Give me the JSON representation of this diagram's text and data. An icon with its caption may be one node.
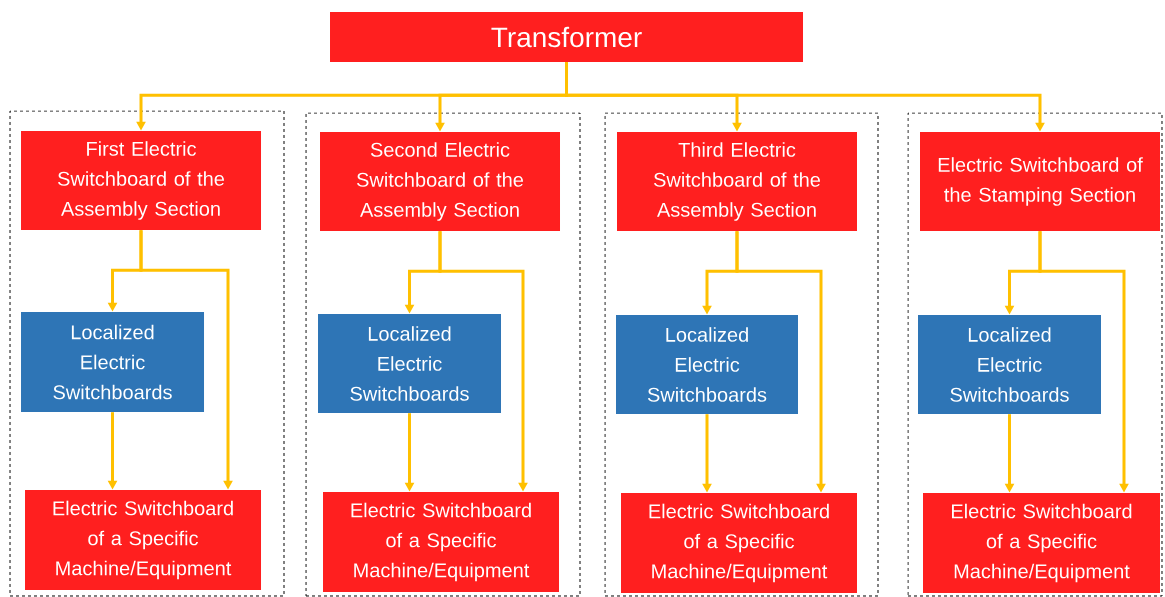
{
  "diagram": {
    "nodes": [
      {
        "text": [
          "Transformer"
        ]
      },
      {
        "text": [],
        "shape": "box"
      },
      {
        "text": [
          "First Electric Switchboard of the Assembly Section"
        ],
        "in": 1
      },
      {
        "text": [
          "Localized Electric Switchboards"
        ],
        "in": 1
      },
      {
        "text": [
          "Electric Switchboard of a Specific Machine/Equipment"
        ],
        "in": 1
      },
      {
        "text": [],
        "shape": "box"
      },
      {
        "text": [
          "Second Electric Switchboard of the Assembly Section"
        ],
        "in": 5
      },
      {
        "text": [
          "Localized Electric Switchboards"
        ],
        "in": 5
      },
      {
        "text": [
          "Electric Switchboard of a Specific Machine/Equipment"
        ],
        "in": 5
      },
      {
        "text": [],
        "shape": "box"
      },
      {
        "text": [
          "Third Electric Switchboard of the Assembly Section"
        ],
        "in": 9
      },
      {
        "text": [
          "Localized Electric Switchboards"
        ],
        "in": 9
      },
      {
        "text": [
          "Electric Switchboard of a Specific Machine/Equipment"
        ],
        "in": 9
      },
      {
        "text": [],
        "shape": "box"
      },
      {
        "text": [
          "Electric Switchboard of the Stamping Section"
        ],
        "in": 13
      },
      {
        "text": [
          "Localized Electric Switchboards"
        ],
        "in": 13
      },
      {
        "text": [
          "Electric Switchboard of a Specific Machine/Equipment"
        ],
        "in": 13
      }
    ],
    "edges": [
      {
        "from": 0,
        "to": 2,
        "arrow": "to"
      },
      {
        "from": 2,
        "to": 3,
        "arrow": "to"
      },
      {
        "from": 3,
        "to": 4,
        "arrow": "to"
      },
      {
        "from": 2,
        "to": 4,
        "arrow": "to"
      },
      {
        "from": 0,
        "to": 6,
        "arrow": "to"
      },
      {
        "from": 6,
        "to": 7,
        "arrow": "to"
      },
      {
        "from": 7,
        "to": 8,
        "arrow": "to"
      },
      {
        "from": 6,
        "to": 8,
        "arrow": "to"
      },
      {
        "from": 0,
        "to": 10,
        "arrow": "to"
      },
      {
        "from": 10,
        "to": 11,
        "arrow": "to"
      },
      {
        "from": 11,
        "to": 12,
        "arrow": "to"
      },
      {
        "from": 10,
        "to": 12,
        "arrow": "to"
      },
      {
        "from": 0,
        "to": 14,
        "arrow": "to"
      },
      {
        "from": 14,
        "to": 15,
        "arrow": "to"
      },
      {
        "from": 15,
        "to": 16,
        "arrow": "to"
      },
      {
        "from": 14,
        "to": 16,
        "arrow": "to"
      }
    ]
  }
}
